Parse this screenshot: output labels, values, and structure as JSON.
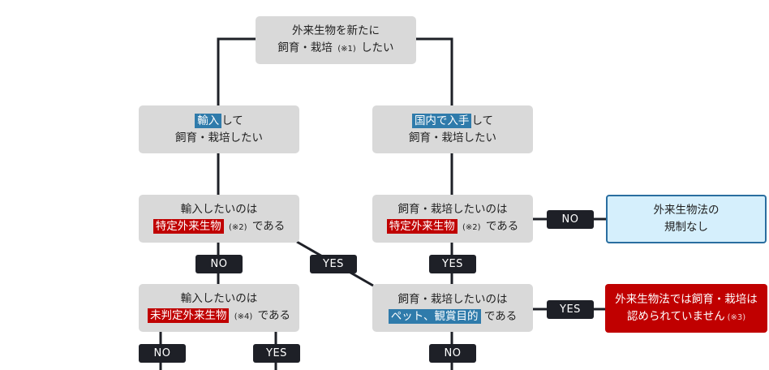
{
  "flowchart": {
    "start": {
      "line1": "外来生物を新たに",
      "line2_pre": "飼育・栽培",
      "line2_note": "(※1)",
      "line2_post": "したい"
    },
    "import_box": {
      "highlight": "輸入",
      "line1_post": "して",
      "line2": "飼育・栽培したい"
    },
    "domestic_box": {
      "highlight": "国内で入手",
      "line1_post": "して",
      "line2": "飼育・栽培したい"
    },
    "import_check": {
      "line1": "輸入したいのは",
      "highlight": "特定外来生物",
      "note": "(※2)",
      "post": "である"
    },
    "domestic_check": {
      "line1": "飼育・栽培したいのは",
      "highlight": "特定外来生物",
      "note": "(※2)",
      "post": "である"
    },
    "unjudged_check": {
      "line1": "輸入したいのは",
      "highlight": "未判定外来生物",
      "note": "(※4)",
      "post": "である"
    },
    "pet_check": {
      "line1": "飼育・栽培したいのは",
      "highlight": "ペット、観賞目的",
      "post": "である"
    },
    "result_no_regulation": {
      "line1": "外来生物法の",
      "line2": "規制なし"
    },
    "result_not_allowed": {
      "line1": "外来生物法では飼育・栽培は",
      "line2": "認められていません",
      "note": "(※3)"
    },
    "labels": {
      "no_right": "NO",
      "no_left_mid": "NO",
      "yes_diag": "YES",
      "yes_right_mid": "YES",
      "yes_right_pet": "YES",
      "no_bottom_left": "NO",
      "yes_bottom_left": "YES",
      "no_bottom_right": "NO"
    },
    "colors": {
      "box_gray": "#d9d9d9",
      "highlight_red": "#c00000",
      "highlight_blue": "#2f7bab",
      "tag_dark": "#1e2027",
      "result_light_blue": "#d5effc",
      "result_border_blue": "#2a6ea0",
      "connector": "#1e2027"
    }
  }
}
